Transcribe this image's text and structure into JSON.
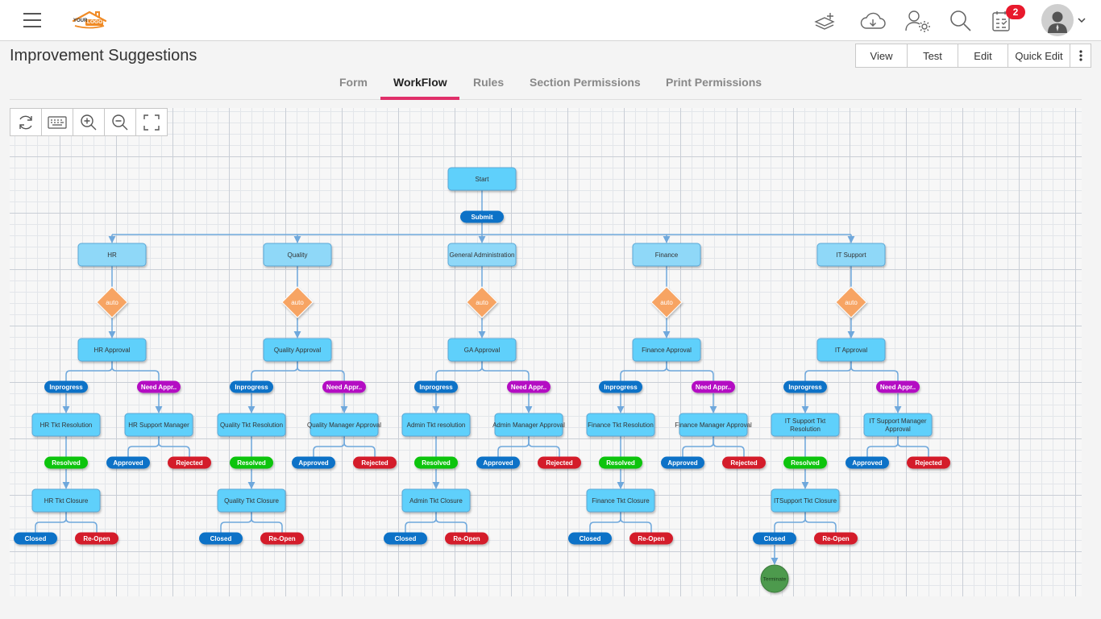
{
  "header": {
    "menu_icon": "hamburger-menu-icon",
    "logo": {
      "text_top": "YOUR",
      "text_main": "LOGO"
    },
    "icons": [
      "add-layers-icon",
      "cloud-download-icon",
      "user-settings-icon",
      "search-icon",
      "tasks-checklist-icon",
      "avatar",
      "chevron-down-icon"
    ],
    "notification_count": "2"
  },
  "page": {
    "title": "Improvement Suggestions",
    "buttons": {
      "view": "View",
      "test": "Test",
      "edit": "Edit",
      "quick_edit": "Quick Edit"
    }
  },
  "tabs": [
    {
      "label": "Form",
      "active": false
    },
    {
      "label": "WorkFlow",
      "active": true
    },
    {
      "label": "Rules",
      "active": false
    },
    {
      "label": "Section Permissions",
      "active": false
    },
    {
      "label": "Print Permissions",
      "active": false
    }
  ],
  "toolbar": [
    "refresh-icon",
    "keyboard-icon",
    "zoom-in-icon",
    "zoom-out-icon",
    "fit-screen-icon"
  ],
  "colors": {
    "task": "#8fd8f8",
    "task_dark": "#5fd0fb",
    "pill_blue": "#0f72c7",
    "pill_purple": "#b40fc3",
    "pill_green": "#11c411",
    "pill_red": "#d41b2c",
    "diamond": "#f7a463",
    "edge": "#6fa8dc",
    "terminate": "#4e9a4e",
    "accent": "#e0306a"
  },
  "workflow": {
    "start": "Start",
    "submit": "Submit",
    "gateway_label": "auto",
    "terminate": "Terminate",
    "branches": [
      {
        "department": "HR",
        "approval": "HR Approval",
        "inprogress": "Inprogress",
        "need_approval": "Need Appr..",
        "resolution": "HR Tkt Resolution",
        "support_manager": "HR Support Manager",
        "resolved": "Resolved",
        "approved": "Approved",
        "rejected": "Rejected",
        "closure": "HR Tkt Closure",
        "closed": "Closed",
        "reopen": "Re-Open"
      },
      {
        "department": "Quality",
        "approval": "Quality Approval",
        "inprogress": "Inprogress",
        "need_approval": "Need Appr..",
        "resolution": "Quality Tkt Resolution",
        "support_manager": "Quality Manager Approval",
        "resolved": "Resolved",
        "approved": "Approved",
        "rejected": "Rejected",
        "closure": "Quality Tkt Closure",
        "closed": "Closed",
        "reopen": "Re-Open"
      },
      {
        "department": "General Administration",
        "approval": "GA Approval",
        "inprogress": "Inprogress",
        "need_approval": "Need Appr..",
        "resolution": "Admin Tkt resolution",
        "support_manager": "Admin Manager Approval",
        "resolved": "Resolved",
        "approved": "Approved",
        "rejected": "Rejected",
        "closure": "Admin Tkt Closure",
        "closed": "Closed",
        "reopen": "Re-Open"
      },
      {
        "department": "Finance",
        "approval": "Finance Approval",
        "inprogress": "Inprogress",
        "need_approval": "Need Appr..",
        "resolution": "Finance Tkt Resolution",
        "support_manager": "Finance Manager Approval",
        "resolved": "Resolved",
        "approved": "Approved",
        "rejected": "Rejected",
        "closure": "Finance Tkt Closure",
        "closed": "Closed",
        "reopen": "Re-Open"
      },
      {
        "department": "IT Support",
        "approval": "IT Approval",
        "inprogress": "Inprogress",
        "need_approval": "Need Appr..",
        "resolution": "IT Support Tkt Resolution",
        "support_manager": "IT Support Manager Approval",
        "resolved": "Resolved",
        "approved": "Approved",
        "rejected": "Rejected",
        "closure": "ITSupport Tkt Closure",
        "closed": "Closed",
        "reopen": "Re-Open"
      }
    ]
  }
}
